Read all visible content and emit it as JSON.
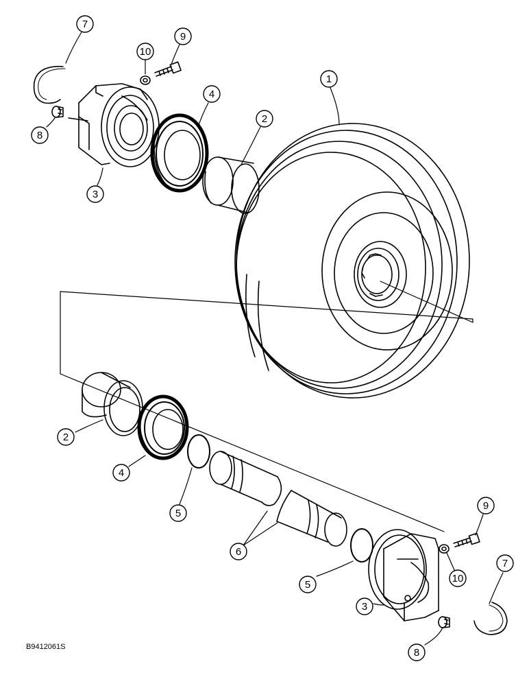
{
  "figure_code": "B9412061S",
  "callout_labels": {
    "c1": "1",
    "c2_top": "2",
    "c2_bottom": "2",
    "c3_top": "3",
    "c3_bottom": "3",
    "c4_top": "4",
    "c4_bottom": "4",
    "c5_left": "5",
    "c5_right": "5",
    "c6": "6",
    "c7_top": "7",
    "c7_bottom": "7",
    "c8_top": "8",
    "c8_bottom": "8",
    "c9_top": "9",
    "c9_bottom": "9",
    "c10_top": "10",
    "c10_bottom": "10"
  },
  "colors": {
    "ink": "#000000",
    "paper": "#ffffff"
  }
}
